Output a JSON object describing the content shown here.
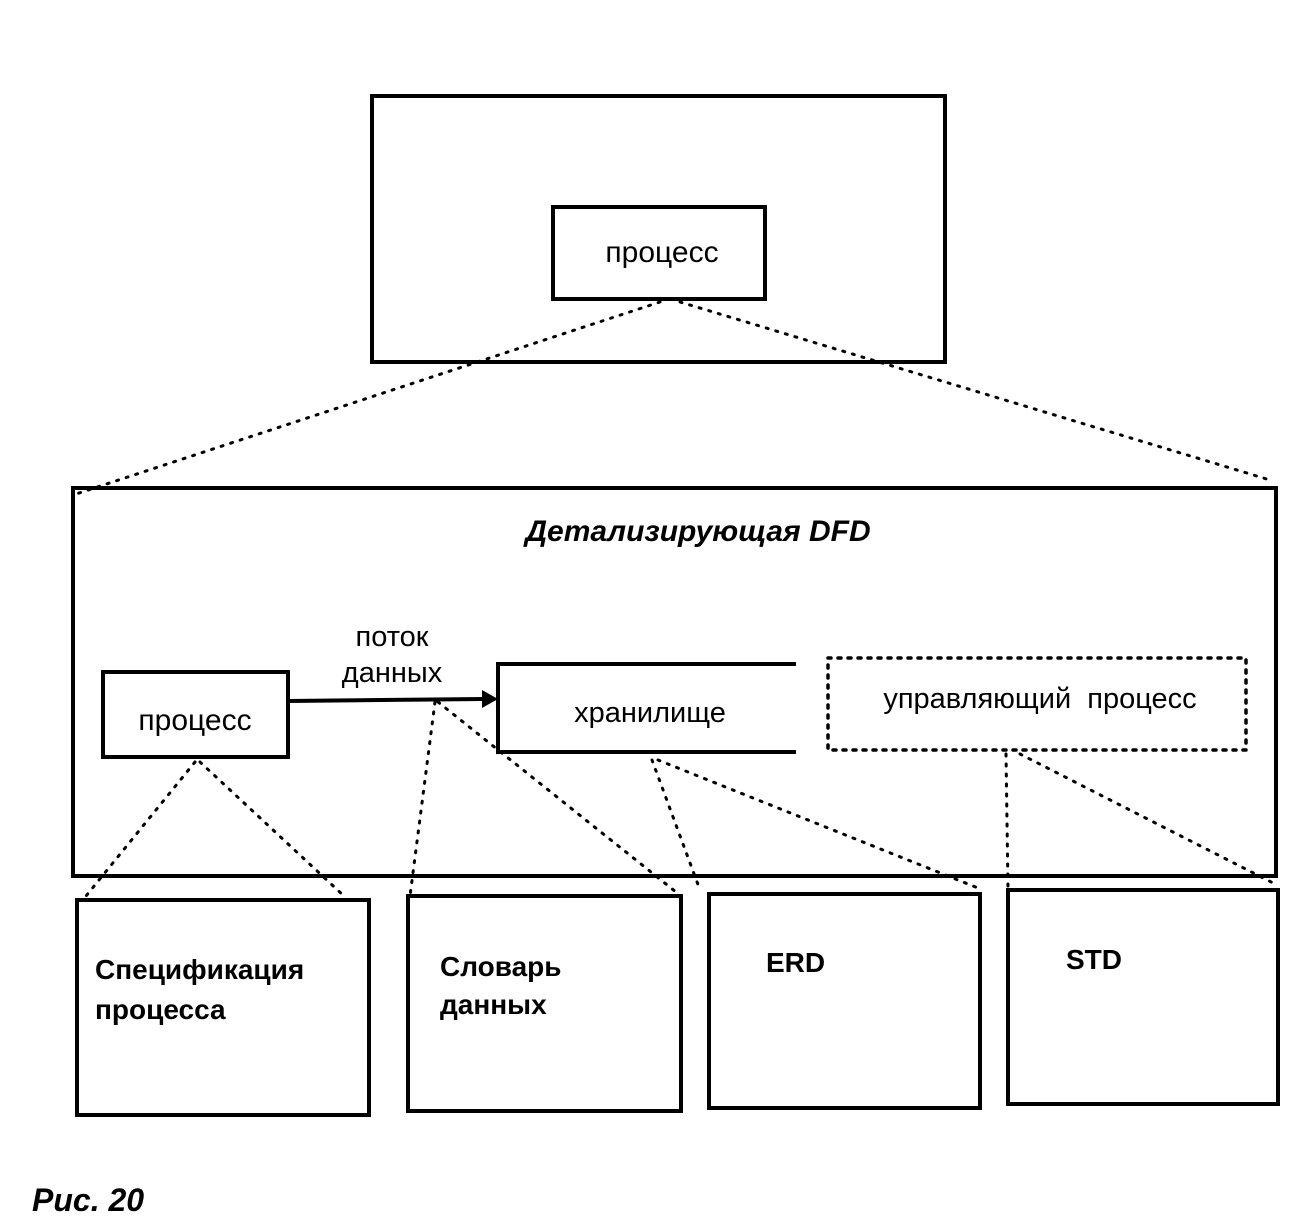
{
  "top": {
    "process_label": "процесс"
  },
  "detail": {
    "title": "Детализирующая DFD",
    "process_label": "процесс",
    "flow_label_line1": "поток",
    "flow_label_line2": "данных",
    "store_label": "хранилище",
    "control_process_label": "управляющий  процесс"
  },
  "bottom": {
    "spec_line1": "Спецификация",
    "spec_line2": "процесса",
    "dict_line1": "Словарь",
    "dict_line2": "данных",
    "erd_label": "ERD",
    "std_label": "STD"
  },
  "caption": "Рис. 20"
}
